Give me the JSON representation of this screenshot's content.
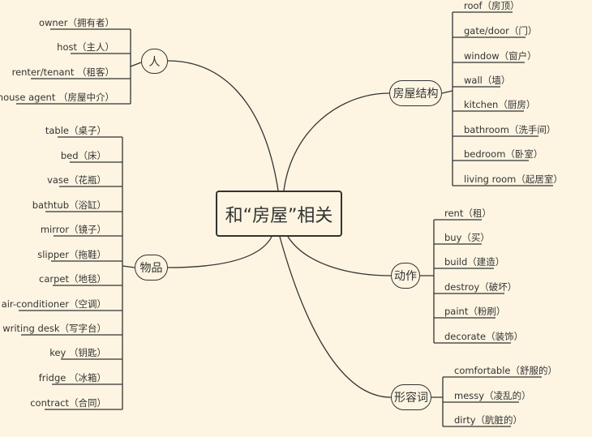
{
  "root": {
    "label": "和“房屋”相关"
  },
  "branches": {
    "person": {
      "label": "人",
      "items": [
        "owner（拥有者）",
        "host（主人）",
        "renter/tenant （租客）",
        "house agent （房屋中介）"
      ]
    },
    "goods": {
      "label": "物品",
      "items": [
        "table（桌子）",
        "bed（床）",
        "vase（花瓶）",
        "bathtub（浴缸）",
        "mirror（镜子）",
        "slipper（拖鞋）",
        "carpet（地毯）",
        "air-conditioner（空调）",
        "writing desk（写字台）",
        "key （钥匙）",
        "fridge （冰箱）",
        "contract（合同）"
      ]
    },
    "structure": {
      "label": "房屋结构",
      "items": [
        "roof（房顶）",
        "gate/door（门）",
        "window（窗户）",
        "wall（墙）",
        "kitchen（厨房）",
        "bathroom（洗手间）",
        "bedroom（卧室）",
        "living room（起居室）"
      ]
    },
    "action": {
      "label": "动作",
      "items": [
        "rent（租）",
        "buy（买）",
        "build（建造）",
        "destroy（破坏）",
        "paint（粉刷）",
        "decorate（装饰）"
      ]
    },
    "adjective": {
      "label": "形容词",
      "items": [
        "comfortable（舒服的）",
        "messy（凌乱的）",
        "dirty（肮脏的）"
      ]
    }
  },
  "colors": {
    "background": "#fdf5e2",
    "line": "#333333"
  }
}
